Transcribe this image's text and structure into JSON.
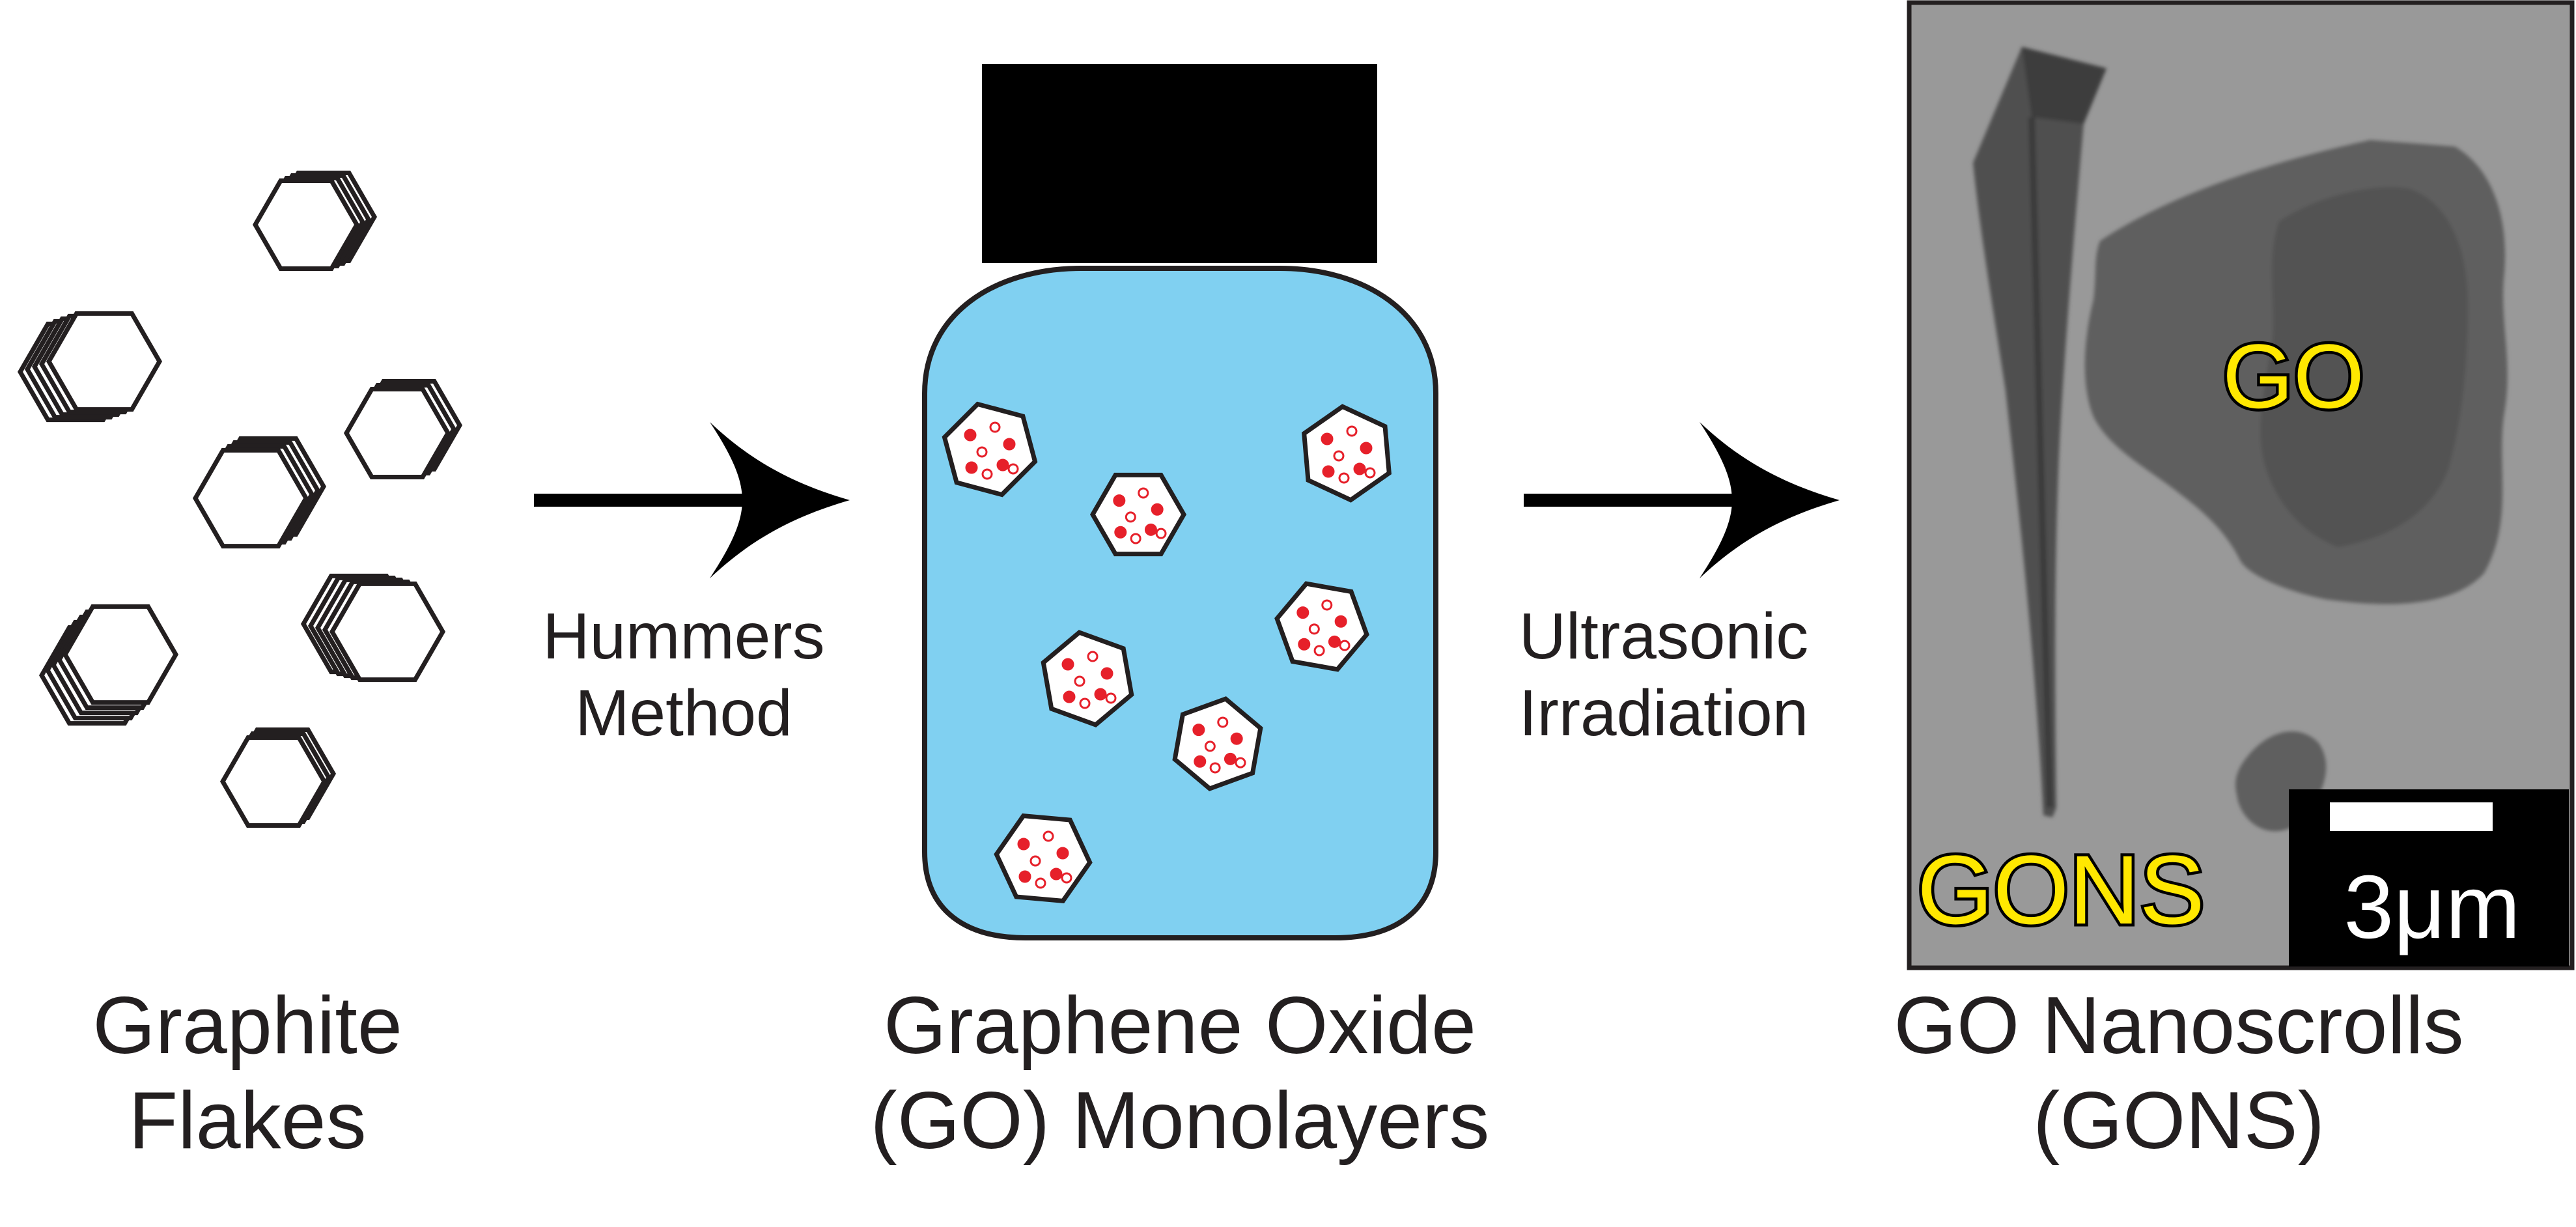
{
  "panels": {
    "graphite": {
      "title_line1": "Graphite",
      "title_line2": "Flakes"
    },
    "graphene_oxide": {
      "title_line1": "Graphene Oxide",
      "title_line2": "(GO) Monolayers"
    },
    "nanoscrolls": {
      "title_line1": "GO Nanoscrolls",
      "title_line2": "(GONS)"
    }
  },
  "steps": {
    "hummers": {
      "line1": "Hummers",
      "line2": "Method"
    },
    "ultrasonic": {
      "line1": "Ultrasonic",
      "line2": "Irradiation"
    }
  },
  "micrograph": {
    "label_go": "GO",
    "label_gons": "GONS",
    "scale_bar_text": "3μm"
  },
  "colors": {
    "ink": "#231f20",
    "jar_liquid": "#80d0f1",
    "jar_cap": "#000000",
    "oxide_dot": "#e6202a",
    "micrograph_background": "#9a9a9a",
    "flake_dark": "#5a5a5a",
    "highlight_label": "#ffe800"
  }
}
